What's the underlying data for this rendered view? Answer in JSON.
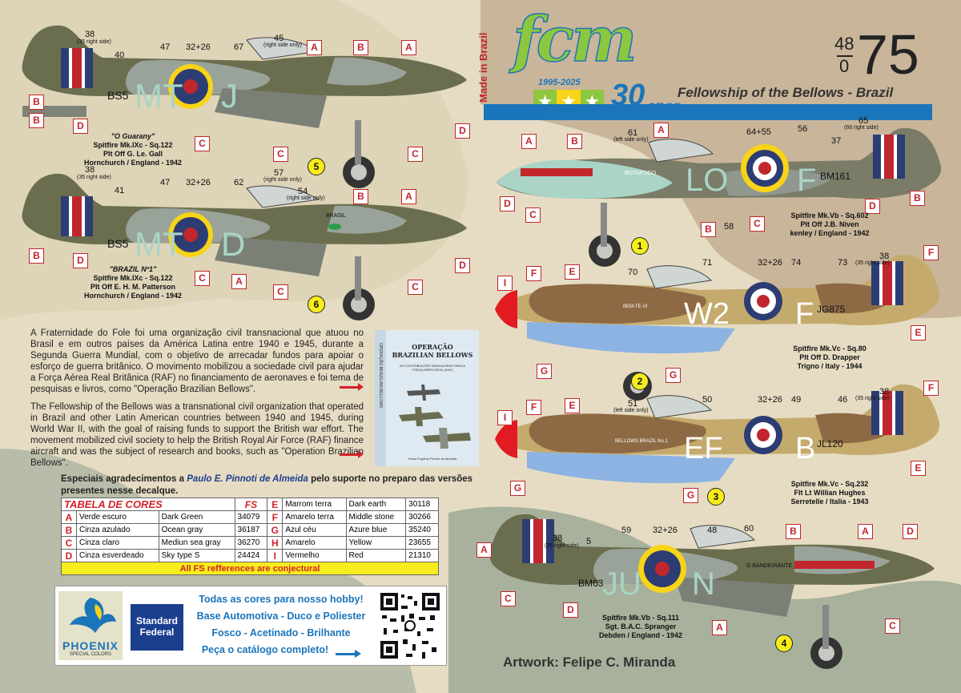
{
  "brand": {
    "made_in": "Made in Brazil",
    "logo": "fcm",
    "years": "1995-2025",
    "anniversary": "30",
    "anos": "anos",
    "subtitle": "Fellowship of the Bellows - Brazil",
    "scale_top": "48",
    "scale_bottom": "0",
    "sheet_number": "75"
  },
  "colors": {
    "brand_green": "#8dc63f",
    "brand_blue": "#1b75bb",
    "accent_red": "#d2232a",
    "marker_yellow": "#f7ec1c"
  },
  "aircraft": [
    {
      "marker": "5",
      "caption": [
        "\"O Guarany\"",
        "Spitfire Mk.IXc - Sq.122",
        "Plt Off G. Le. Gall",
        "Hornchurch / England - 1942"
      ],
      "code": "MT J",
      "serial": "BS5",
      "notes": [
        "38",
        "(35 right side)",
        "40",
        "47",
        "32+26",
        "67",
        "45",
        "(right side only)"
      ]
    },
    {
      "marker": "6",
      "caption": [
        "\"BRAZIL Nº1\"",
        "Spitfire Mk.IXc - Sq.122",
        "Plt Off E. H. M. Patterson",
        "Hornchurch / England - 1942"
      ],
      "code": "MT D",
      "serial": "BS5",
      "notes": [
        "38",
        "(35 right side)",
        "41",
        "47",
        "32+26",
        "62",
        "57",
        "(right side only)",
        "54",
        "(right side only)",
        "BRASIL"
      ]
    },
    {
      "marker": "1",
      "caption": [
        "Spitfire Mk.Vb - Sq.602",
        "Plt Off J.B. Niven",
        "kenley / England - 1942"
      ],
      "code": "LO F",
      "serial": "BM161",
      "nose_name": "BOTAFOGO",
      "notes": [
        "61",
        "(left side only)",
        "64+55",
        "56",
        "65",
        "(66 right side)",
        "37",
        "58"
      ]
    },
    {
      "marker": "2",
      "caption": [
        "Spitfire Mk.Vc - Sq.80",
        "Plt Off D. Drapper",
        "Trigno / Italy - 1944"
      ],
      "code": "W2 F",
      "serial": "JG875",
      "nose_name": "BEM-TE-VI",
      "notes": [
        "70",
        "71",
        "32+26",
        "74",
        "73",
        "38",
        "(35 right side)"
      ]
    },
    {
      "marker": "3",
      "caption": [
        "Spitfire Mk.Vc - Sq.232",
        "Flt Lt Willian Hughes",
        "Serretelle / Italia - 1943"
      ],
      "code": "EF B",
      "serial": "JL120",
      "nose_name": "BELLOWS BRAZIL No.1",
      "notes": [
        "51",
        "(left side only)",
        "50",
        "32+26",
        "49",
        "46",
        "38",
        "(35 right side)"
      ]
    },
    {
      "marker": "4",
      "caption": [
        "Spitfire Mk.Vb - Sq.111",
        "Sgt. B.A.C. Spranger",
        "Debden / England - 1942"
      ],
      "code": "JU N",
      "serial": "BM63",
      "nose_name": "O BANDEIRANTE",
      "notes": [
        "38",
        "(35 right side)",
        "5",
        "59",
        "32+26",
        "48",
        "60"
      ]
    }
  ],
  "text_pt": "A Fraternidade do Fole foi uma organização civil transnacional que atuou no Brasil e em outros países da América Latina entre 1940 e 1945, durante a Segunda Guerra Mundial, com o objetivo de arrecadar fundos para apoiar o esforço de guerra britânico. O movimento mobilizou a sociedade civil para ajudar a Força Aérea Real Britânica (RAF) no financiamento de aeronaves e foi tema de pesquisas e livros, como \"Operação Brazilian Bellows\".",
  "text_en": "The Fellowship of the Bellows was a transnational civil organization that operated in Brazil and other Latin American countries between 1940 and 1945, during World War II, with the goal of raising funds to support the British war effort. The movement mobilized civil society to help the British Royal Air Force (RAF) finance aircraft and was the subject of research and books, such as \"Operation Brazilian Bellows\".",
  "book": {
    "title1": "OPERAÇÃO",
    "title2": "BRAZILIAN BELLOWS",
    "subtitle": "AS CONTRIBUIÇÕES BRASILEIRAS PARA A FORÇA AÉREA REAL (RAF)",
    "spine": "OPERAÇÃO BRAZILIAN BELLOWS",
    "author": "Paulo Eugênio Pinnoti de Almeida"
  },
  "thanks": {
    "prefix": "Especiais agradecimentos a ",
    "name": "Paulo E. Pinnoti de Almeida",
    "suffix": " pelo suporte no preparo das versões presentes nesse decalque."
  },
  "color_table": {
    "title": "TABELA DE CORES",
    "fs": "FS",
    "left": [
      [
        "A",
        "Verde escuro",
        "Dark Green",
        "34079"
      ],
      [
        "B",
        "Cinza azulado",
        "Ocean gray",
        "36187"
      ],
      [
        "C",
        "Cinza claro",
        "Mediun sea gray",
        "36270"
      ],
      [
        "D",
        "Cinza esverdeado",
        "Sky type S",
        "24424"
      ]
    ],
    "right": [
      [
        "E",
        "Marrom terra",
        "Dark earth",
        "30118"
      ],
      [
        "F",
        "Amarelo terra",
        "Middle stone",
        "30266"
      ],
      [
        "G",
        "Azul céu",
        "Azure blue",
        "35240"
      ],
      [
        "H",
        "Amarelo",
        "Yellow",
        "23655"
      ],
      [
        "I",
        "Vermelho",
        "Red",
        "21310"
      ]
    ],
    "footer": "All FS refferences are conjectural"
  },
  "ad": {
    "phoenix": "PHOENIX",
    "phoenix_sub": "SPECIAL COLORS",
    "standard1": "Standard",
    "standard2": "Federal",
    "lines": [
      "Todas as cores para nosso hobby!",
      "Base Automotiva - Duco e Poliester",
      "Fosco - Acetinado - Brilhante",
      "Peça o catálogo completo!"
    ]
  },
  "artwork": "Artwork: Felipe C. Miranda"
}
